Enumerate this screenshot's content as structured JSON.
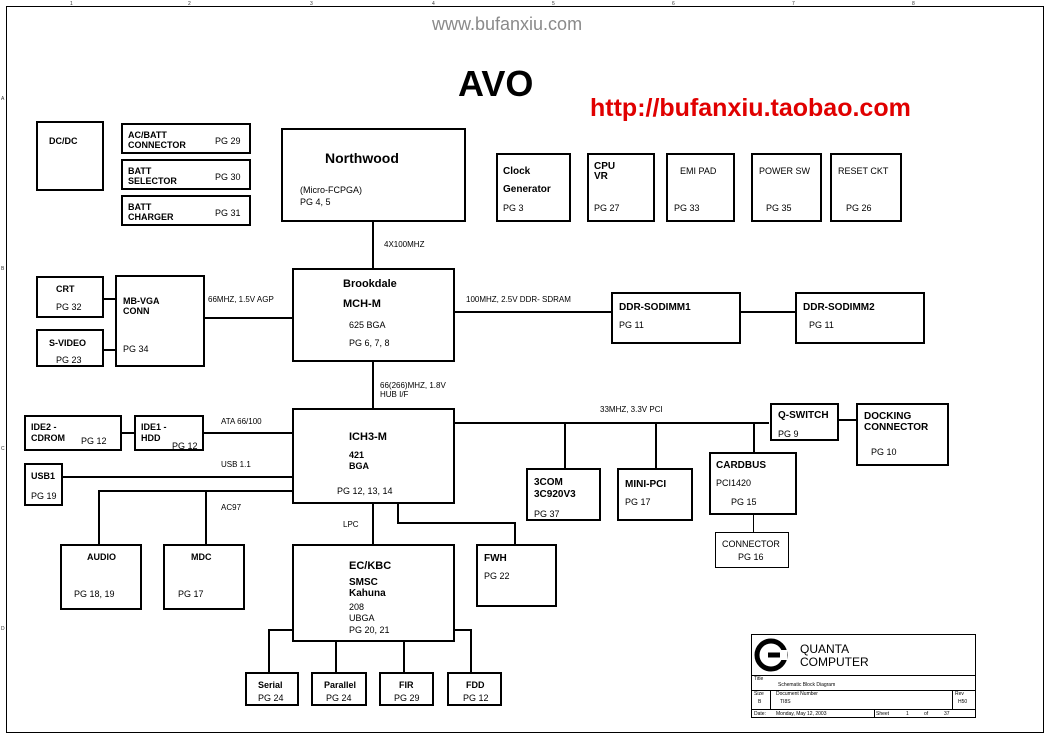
{
  "header": {
    "watermark": "www.bufanxiu.com",
    "title": "AVO",
    "url": "http://bufanxiu.taobao.com"
  },
  "border_ticks": {
    "top": [
      "1",
      "2",
      "3",
      "4",
      "5",
      "6",
      "7",
      "8"
    ],
    "left": [
      "A",
      "B",
      "C",
      "D"
    ]
  },
  "power_blocks": {
    "dcdc": "DC/DC",
    "acbatt_l1": "AC/BATT",
    "acbatt_l2": "CONNECTOR",
    "acbatt_pg": "PG 29",
    "battsel_l1": "BATT",
    "battsel_l2": "SELECTOR",
    "battsel_pg": "PG 30",
    "battchg_l1": "BATT",
    "battchg_l2": "CHARGER",
    "battchg_pg": "PG 31"
  },
  "cpu": {
    "name": "Northwood",
    "sub": "(Micro-FCPGA)",
    "pg": "PG 4, 5",
    "bus": "4X100MHZ"
  },
  "top_blocks": {
    "clock_l1": "Clock",
    "clock_l2": "Generator",
    "clock_pg": "PG 3",
    "cpuvr_l1": "CPU",
    "cpuvr_l2": "VR",
    "cpuvr_pg": "PG 27",
    "emi": "EMI PAD",
    "emi_pg": "PG 33",
    "psw": "POWER SW",
    "psw_pg": "PG 35",
    "rst": "RESET CKT",
    "rst_pg": "PG 26"
  },
  "mch": {
    "l1": "Brookdale",
    "l2": "MCH-M",
    "bga": "625 BGA",
    "pg": "PG 6, 7, 8",
    "agp": "66MHZ, 1.5V AGP",
    "ddr": "100MHZ, 2.5V DDR- SDRAM",
    "hub1": "66(266)MHZ, 1.8V",
    "hub2": "HUB I/F"
  },
  "video": {
    "crt": "CRT",
    "crt_pg": "PG 32",
    "svideo": "S-VIDEO",
    "svideo_pg": "PG 23",
    "mbvga_l1": "MB-VGA",
    "mbvga_l2": "CONN",
    "mbvga_pg": "PG 34"
  },
  "memory": {
    "dimm1": "DDR-SODIMM1",
    "dimm1_pg": "PG 11",
    "dimm2": "DDR-SODIMM2",
    "dimm2_pg": "PG 11"
  },
  "ich": {
    "l1": "ICH3-M",
    "l2": "421",
    "l3": "BGA",
    "pg": "PG 12, 13, 14",
    "ata": "ATA 66/100",
    "usb": "USB 1.1",
    "ac97": "AC97",
    "lpc": "LPC",
    "pci": "33MHZ, 3.3V PCI"
  },
  "storage": {
    "ide2_l1": "IDE2 -",
    "ide2_l2": "CDROM",
    "ide2_pg": "PG 12",
    "ide1_l1": "IDE1 -",
    "ide1_l2": "HDD",
    "ide1_pg": "PG 12",
    "usb1": "USB1",
    "usb1_pg": "PG 19"
  },
  "audio": {
    "audio": "AUDIO",
    "audio_pg": "PG 18, 19",
    "mdc": "MDC",
    "mdc_pg": "PG 17"
  },
  "pci_devices": {
    "qswitch": "Q-SWITCH",
    "qswitch_pg": "PG 9",
    "dock_l1": "DOCKING",
    "dock_l2": "CONNECTOR",
    "dock_pg": "PG 10",
    "com_l1": "3COM",
    "com_l2": "3C920V3",
    "com_pg": "PG 37",
    "minipci": "MINI-PCI",
    "minipci_pg": "PG 17",
    "cardbus": "CARDBUS",
    "cardbus_sub": "PCI1420",
    "cardbus_pg": "PG 15",
    "conn": "CONNECTOR",
    "conn_pg": "PG 16"
  },
  "ec": {
    "l1": "EC/KBC",
    "l2": "SMSC",
    "l3": "Kahuna",
    "l4": "208",
    "l5": "UBGA",
    "pg": "PG 20, 21",
    "fwh": "FWH",
    "fwh_pg": "PG 22"
  },
  "io": {
    "serial": "Serial",
    "serial_pg": "PG 24",
    "parallel": "Parallel",
    "parallel_pg": "PG 24",
    "fir": "FIR",
    "fir_pg": "PG 29",
    "fdd": "FDD",
    "fdd_pg": "PG 12"
  },
  "title_block": {
    "company_l1": "QUANTA",
    "company_l2": "COMPUTER",
    "title_label": "Title",
    "title": "Schematic Block Diagram",
    "size_label": "Size",
    "size": "B",
    "doc_label": "Document Number",
    "doc": "TI8S",
    "rev_label": "Rev",
    "rev": "H50",
    "date_label": "Date:",
    "date": "Monday, May 12, 2003",
    "sheet_label": "Sheet",
    "sheet": "1",
    "of_label": "of",
    "total": "37"
  }
}
